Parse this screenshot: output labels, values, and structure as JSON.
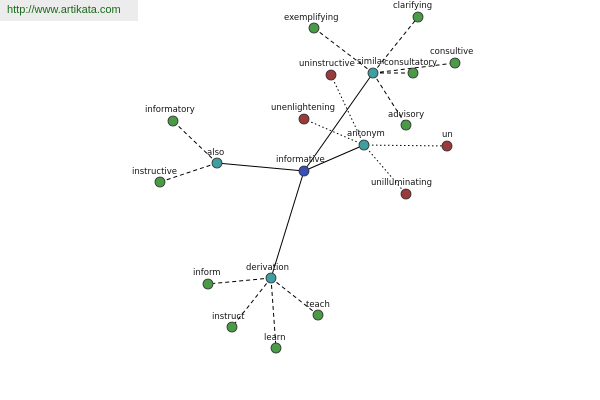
{
  "banner": {
    "url": "http://www.artikata.com"
  },
  "colors": {
    "center": "#3a4fb5",
    "hub": "#3f9ea0",
    "synonym": "#4a9a48",
    "antonym": "#9b3a3a"
  },
  "graph": {
    "nodes": [
      {
        "id": "informative",
        "label": "informative",
        "kind": "center"
      },
      {
        "id": "similar",
        "label": "similar",
        "kind": "hub"
      },
      {
        "id": "antonym",
        "label": "antonym",
        "kind": "hub"
      },
      {
        "id": "also",
        "label": "also",
        "kind": "hub"
      },
      {
        "id": "derivation",
        "label": "derivation",
        "kind": "hub"
      },
      {
        "id": "exemplifying",
        "label": "exemplifying",
        "kind": "synonym"
      },
      {
        "id": "clarifying",
        "label": "clarifying",
        "kind": "synonym"
      },
      {
        "id": "consultatory",
        "label": "consultatory",
        "kind": "synonym"
      },
      {
        "id": "consultive",
        "label": "consultive",
        "kind": "synonym"
      },
      {
        "id": "advisory",
        "label": "advisory",
        "kind": "synonym"
      },
      {
        "id": "uninstructive",
        "label": "uninstructive",
        "kind": "antonym"
      },
      {
        "id": "unenlightening",
        "label": "unenlightening",
        "kind": "antonym"
      },
      {
        "id": "un",
        "label": "un",
        "kind": "antonym"
      },
      {
        "id": "unilluminating",
        "label": "unilluminating",
        "kind": "antonym"
      },
      {
        "id": "informatory",
        "label": "informatory",
        "kind": "synonym"
      },
      {
        "id": "instructive",
        "label": "instructive",
        "kind": "synonym"
      },
      {
        "id": "inform",
        "label": "inform",
        "kind": "synonym"
      },
      {
        "id": "instruct",
        "label": "instruct",
        "kind": "synonym"
      },
      {
        "id": "learn",
        "label": "learn",
        "kind": "synonym"
      },
      {
        "id": "teach",
        "label": "teach",
        "kind": "synonym"
      }
    ],
    "edges": [
      {
        "from": "informative",
        "to": "similar",
        "style": "solid"
      },
      {
        "from": "informative",
        "to": "antonym",
        "style": "solid"
      },
      {
        "from": "informative",
        "to": "also",
        "style": "solid"
      },
      {
        "from": "informative",
        "to": "derivation",
        "style": "solid"
      },
      {
        "from": "similar",
        "to": "exemplifying",
        "style": "dashed"
      },
      {
        "from": "similar",
        "to": "clarifying",
        "style": "dashed"
      },
      {
        "from": "similar",
        "to": "consultatory",
        "style": "dashed"
      },
      {
        "from": "similar",
        "to": "consultive",
        "style": "dashed"
      },
      {
        "from": "similar",
        "to": "advisory",
        "style": "dashed"
      },
      {
        "from": "antonym",
        "to": "uninstructive",
        "style": "dotted"
      },
      {
        "from": "antonym",
        "to": "unenlightening",
        "style": "dotted"
      },
      {
        "from": "antonym",
        "to": "un",
        "style": "dotted"
      },
      {
        "from": "antonym",
        "to": "unilluminating",
        "style": "dotted"
      },
      {
        "from": "also",
        "to": "informatory",
        "style": "dashed"
      },
      {
        "from": "also",
        "to": "instructive",
        "style": "dashed"
      },
      {
        "from": "derivation",
        "to": "inform",
        "style": "dashed"
      },
      {
        "from": "derivation",
        "to": "instruct",
        "style": "dashed"
      },
      {
        "from": "derivation",
        "to": "learn",
        "style": "dashed"
      },
      {
        "from": "derivation",
        "to": "teach",
        "style": "dashed"
      }
    ]
  }
}
